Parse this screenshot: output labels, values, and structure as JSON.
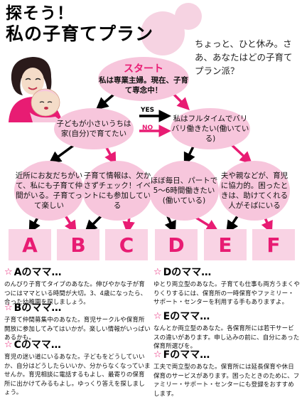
{
  "title": {
    "line1": "探そう！",
    "line2": "私の子育てプラン"
  },
  "intro": "ちょっと、ひと休み。さあ、あなたはどの子育てプラン派？",
  "illustration": "mother-with-baby",
  "colors": {
    "accent": "#e81c73",
    "pink_fill": "#f7c6dc",
    "pink_light": "#f9d3e4",
    "yes_arrow": "#000000",
    "no_arrow": "#e81c73"
  },
  "start": {
    "heading": "スタート",
    "text": "私は専業主婦。現在、子育て専念中！"
  },
  "yes_label": "YES",
  "no_label": "NO",
  "questions": [
    "子どもが小さいうちは家(自分)で育てたい",
    "私はフルタイムでバリバリ働きたい(働いている)",
    "近所にお友だちがいて、私にも子育て仲間がいる。子育てって楽しい",
    "子育て情報は、欠かさずチェック！イベントにも参加している",
    "ほぼ毎日、パートで5～6時間働きたい(働いている)",
    "夫や親などが、育児に協力的。困ったときは、助けてくれる人がそばにいる"
  ],
  "results": [
    {
      "letter": "A",
      "title": "Aのママ…",
      "text": "のんびり子育てタイプのあなた。伸びやかな子が育つにはママといる時間が大切。3、4歳になったら、合った幼稚園を探しましょう。"
    },
    {
      "letter": "B",
      "title": "Bのママ…",
      "text": "子育て仲間募集中のあなた。育児サークルや保育所開放に参加してみてはいかが。楽しい情報がいっぱいあるかも。"
    },
    {
      "letter": "C",
      "title": "Cのママ…",
      "text": "育児の迷い道にいるあなた。子どもをどうしていいか、自分はどうしたらいいか、分からなくなっていませんか。育児相談に電話するもよし、最寄りの保育所に出かけてみるもよし。ゆっくり答えを探しましょう。"
    },
    {
      "letter": "D",
      "title": "Dのママ…",
      "text": "ゆとり両立型のあなた。子育ても仕事も両方うまくやりくりするには、保育所の一時保育やファミリー・サポート・センターを利用する手もありますよ。"
    },
    {
      "letter": "E",
      "title": "Eのママ…",
      "text": "なんとか両立型のあなた。各保育所には若干サービスの違いがあります。申し込みの前に、自分にあった保育所選びを。"
    },
    {
      "letter": "F",
      "title": "Fのママ…",
      "text": "工夫で両立型のあなた。保育所には延長保育や休日保育のサービスがあります。困ったときのために、ファミリー・サポート・センターにも登録をおすすめします。"
    }
  ]
}
